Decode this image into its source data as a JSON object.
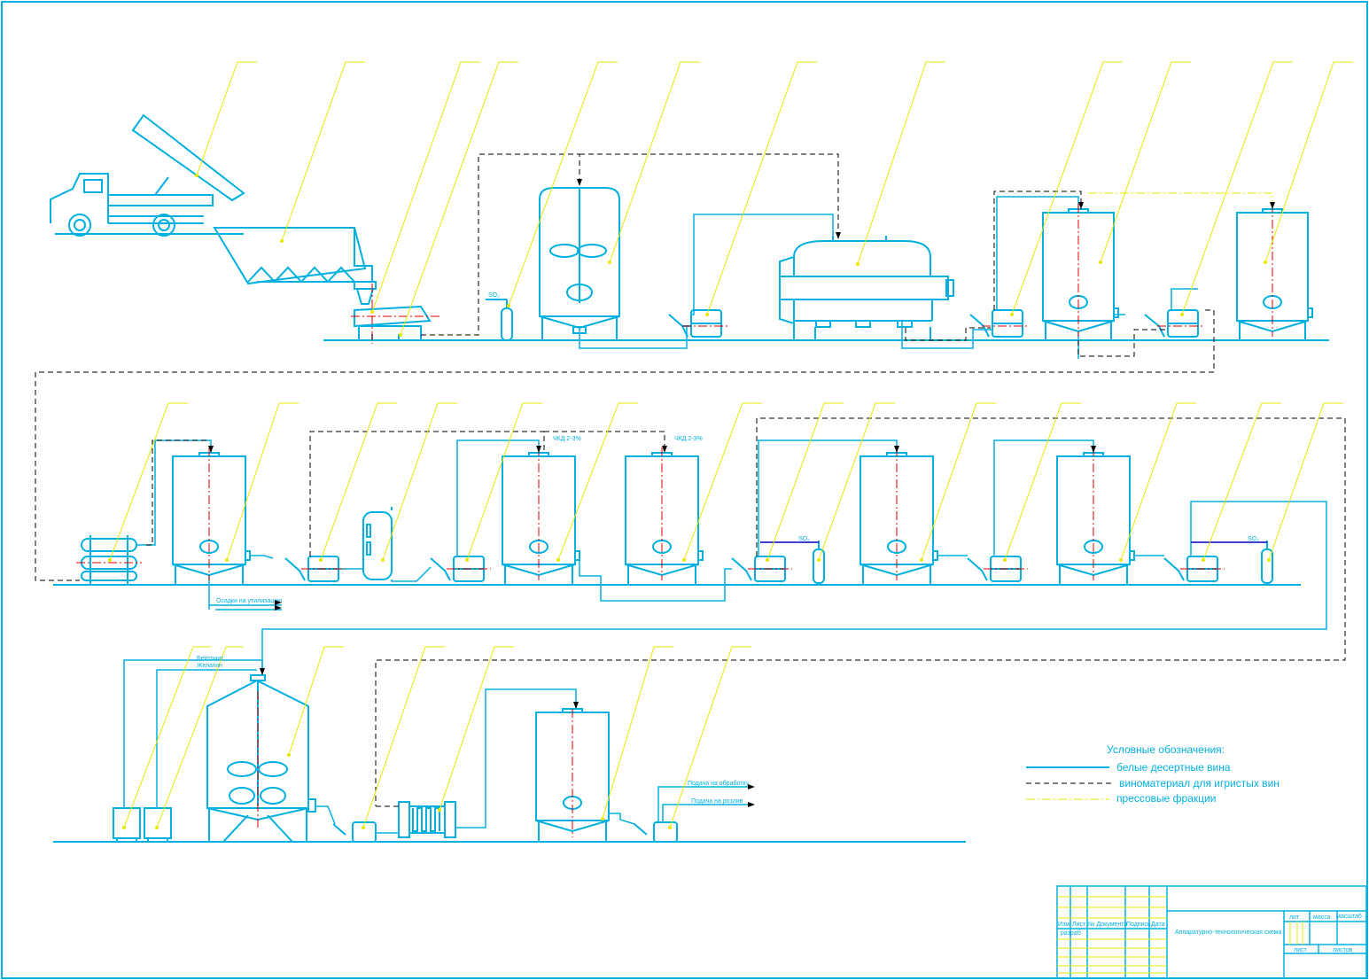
{
  "colors": {
    "line": "#00b0e0",
    "leader": "#e8e800",
    "axis": "#e00000",
    "dash": "#000000",
    "background": "#ffffff"
  },
  "chemicals": {
    "so2": "SO₂",
    "ckd": "ЧКД 2-3%",
    "bentonite": "Бентонит",
    "gelatin": "Желатин"
  },
  "outlets": {
    "sediment": "Осадки на утилизацию",
    "to_processing": "Подача на обработку",
    "to_bottling": "Подача на розлив"
  },
  "legend": {
    "title": "Условные обозначения:",
    "items": [
      {
        "style": "solid",
        "label": "белые десертные вина"
      },
      {
        "style": "dashed",
        "label": "виноматериал для игристых вин"
      },
      {
        "style": "dashdot",
        "label": "прессовые фракции"
      }
    ]
  },
  "title_block": {
    "drawing_title": "Аппаратурно-технологическая схема",
    "col_headers": [
      "Изм",
      "Лист",
      "№ Документа",
      "Подпись",
      "Дата"
    ],
    "razrab": "разраб",
    "lit": "лит",
    "massa": "масса",
    "masshtab": "масштаб",
    "list": "лист",
    "listov": "листов"
  }
}
